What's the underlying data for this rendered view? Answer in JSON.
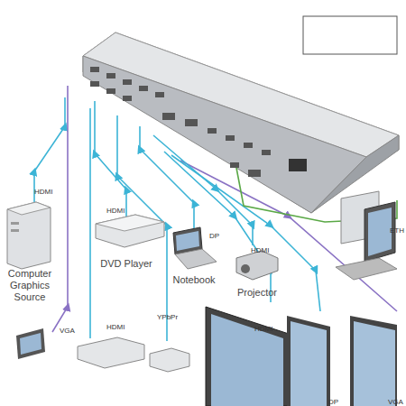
{
  "diagram": {
    "nodes": [
      {
        "text": [
          "Computer Graphics Source"
        ]
      },
      {
        "text": [
          "DVD Player"
        ]
      },
      {
        "text": [
          "Notebook"
        ]
      },
      {
        "text": [
          "Projector"
        ]
      }
    ],
    "labels": [
      "HDMI",
      "HDMI",
      "DP",
      "HDMI",
      "ETH",
      "VGA",
      "HDMI",
      "YPbPr",
      "HDMI",
      "DP",
      "VGA"
    ]
  }
}
